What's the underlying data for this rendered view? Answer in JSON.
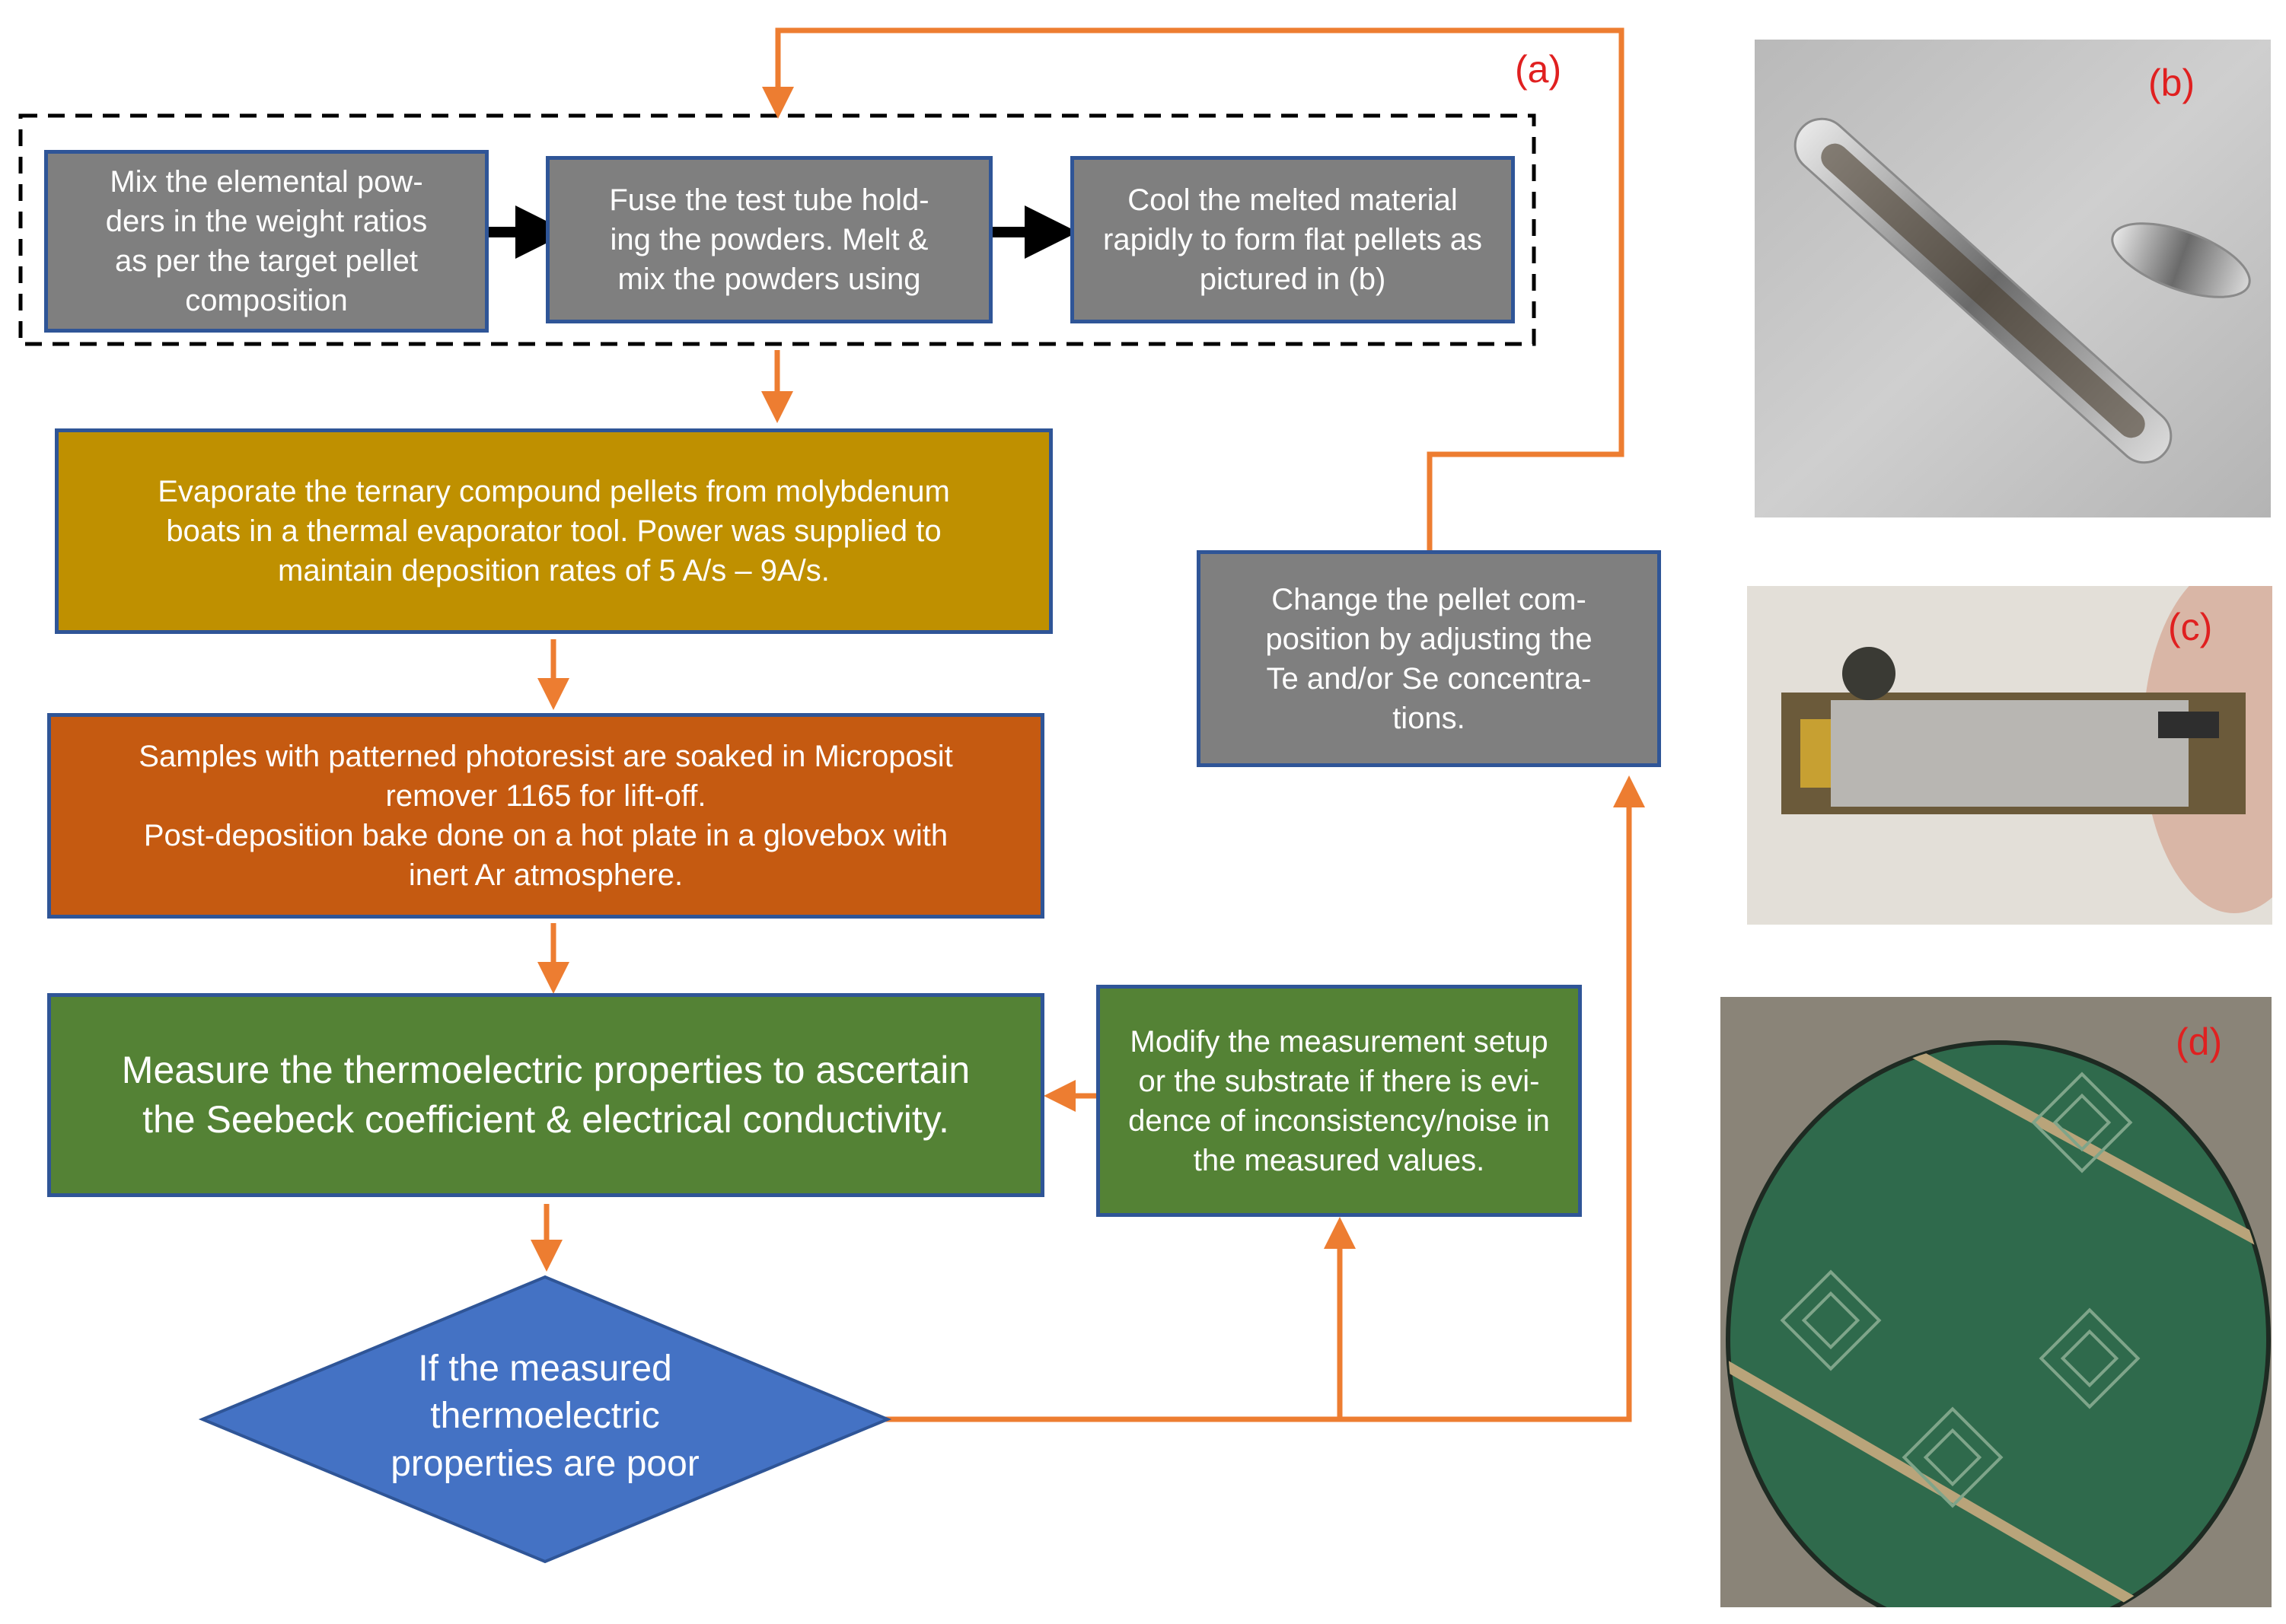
{
  "figure": {
    "panel_labels": {
      "a": "(a)",
      "b": "(b)",
      "c": "(c)",
      "d": "(d)"
    },
    "steps": {
      "mix": "Mix the elemental pow-\nders in the weight ratios\nas per the target pellet\ncomposition",
      "fuse": "Fuse the test tube hold-\ning the powders. Melt &\nmix the powders using",
      "cool": "Cool the melted material\nrapidly to form flat pellets as\npictured in (b)",
      "evaporate": "Evaporate the ternary compound pellets from molybdenum\nboats in a thermal evaporator tool. Power was supplied to\nmaintain deposition rates of 5 A/s – 9A/s.",
      "liftoff": "Samples with patterned photoresist are soaked in Microposit\nremover 1165 for lift-off.\nPost-deposition bake done on a hot plate in a glovebox with\ninert Ar atmosphere.",
      "measure": "Measure the thermoelectric properties to ascertain\nthe Seebeck coefficient & electrical conductivity.",
      "decision": "If the measured\nthermoelectric\nproperties are poor",
      "modify": "Modify the measurement setup\nor the substrate if there is evi-\ndence of inconsistency/noise in\nthe measured values.",
      "change": "Change the pellet com-\nposition by adjusting the\nTe and/or Se concentra-\ntions."
    },
    "colors": {
      "box_border": "#2F5597",
      "gray": "#7F7F7F",
      "gold": "#BF9000",
      "rust": "#C55A11",
      "green": "#548235",
      "decision": "#4472C4",
      "arrow": "#ED7D31",
      "label": "#E02020"
    }
  }
}
